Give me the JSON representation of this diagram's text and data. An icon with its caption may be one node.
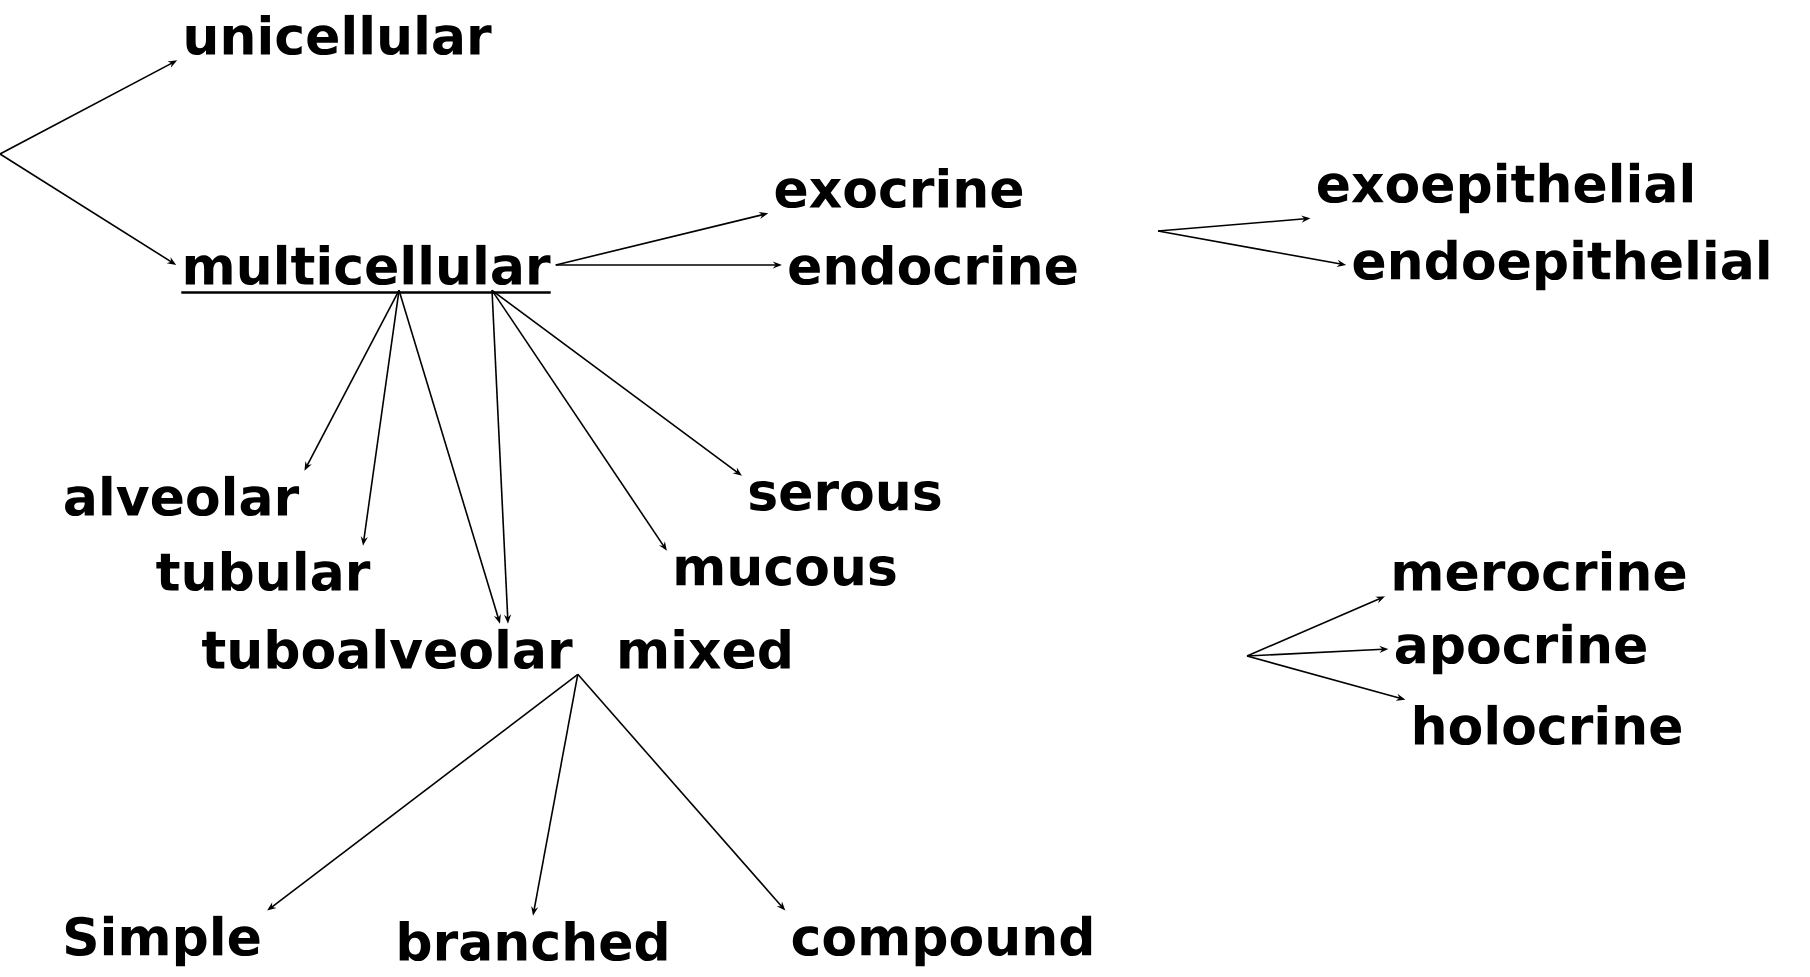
{
  "diagram": {
    "nodes": [
      {
        "text": [
          "unicellular"
        ]
      },
      {
        "text": [
          "multicellular"
        ]
      },
      {
        "text": [
          "exocrine"
        ]
      },
      {
        "text": [
          "endocrine"
        ]
      },
      {
        "text": [
          "exoepithelial"
        ]
      },
      {
        "text": [
          "endoepithelial"
        ]
      },
      {
        "text": [
          "alveolar"
        ]
      },
      {
        "text": [
          "tubular"
        ]
      },
      {
        "text": [
          "tuboalveolar"
        ]
      },
      {
        "text": [
          "serous"
        ]
      },
      {
        "text": [
          "mucous"
        ]
      },
      {
        "text": [
          "mixed"
        ]
      },
      {
        "text": [
          "merocrine"
        ]
      },
      {
        "text": [
          "apocrine"
        ]
      },
      {
        "text": [
          "holocrine"
        ]
      },
      {
        "text": [
          "Simple"
        ]
      },
      {
        "text": [
          "branched"
        ]
      },
      {
        "text": [
          "compound"
        ]
      }
    ],
    "edges": [
      {
        "from": null,
        "to": 0,
        "arrow": "to"
      },
      {
        "from": null,
        "to": 1,
        "arrow": "to"
      },
      {
        "from": 1,
        "to": 2,
        "arrow": "to"
      },
      {
        "from": 1,
        "to": 3,
        "arrow": "to"
      },
      {
        "from": null,
        "to": 4,
        "arrow": "to"
      },
      {
        "from": null,
        "to": 5,
        "arrow": "to"
      },
      {
        "from": 1,
        "to": 6,
        "arrow": "to"
      },
      {
        "from": 1,
        "to": 7,
        "arrow": "to"
      },
      {
        "from": 1,
        "to": 8,
        "arrow": "to"
      },
      {
        "from": 1,
        "to": 8,
        "arrow": "to"
      },
      {
        "from": 1,
        "to": 10,
        "arrow": "to"
      },
      {
        "from": 1,
        "to": 9,
        "arrow": "to"
      },
      {
        "from": 8,
        "to": 15,
        "arrow": "to"
      },
      {
        "from": 8,
        "to": 16,
        "arrow": "to"
      },
      {
        "from": 8,
        "to": 17,
        "arrow": "to"
      },
      {
        "from": null,
        "to": 12,
        "arrow": "to"
      },
      {
        "from": null,
        "to": 13,
        "arrow": "to"
      },
      {
        "from": null,
        "to": 14,
        "arrow": "to"
      }
    ]
  }
}
